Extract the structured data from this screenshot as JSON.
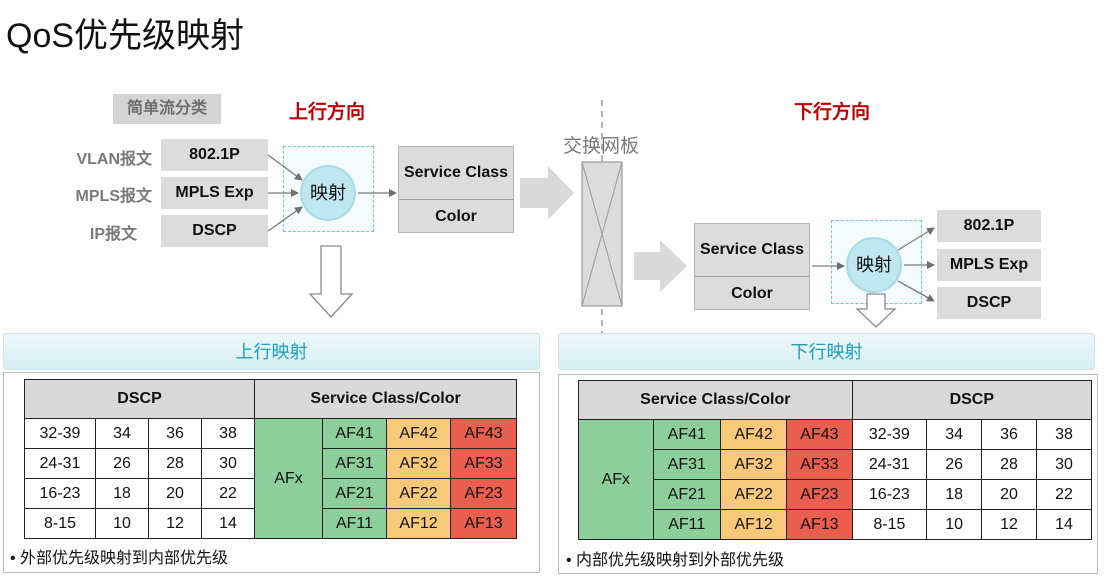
{
  "title": "QoS优先级映射",
  "simple_classification": "简单流分类",
  "uplink_direction": "上行方向",
  "downlink_direction": "下行方向",
  "switch_fabric": "交换网板",
  "packet_types": [
    "VLAN报文",
    "MPLS报文",
    "IP报文"
  ],
  "priority_fields": [
    "802.1P",
    "MPLS Exp",
    "DSCP"
  ],
  "mapping_label": "映射",
  "service_class": "Service Class",
  "color": "Color",
  "uplink_mapping": {
    "banner": "上行映射",
    "dscp_header": "DSCP",
    "sc_header": "Service Class/Color",
    "dscp_rows": [
      [
        "32-39",
        "34",
        "36",
        "38"
      ],
      [
        "24-31",
        "26",
        "28",
        "30"
      ],
      [
        "16-23",
        "18",
        "20",
        "22"
      ],
      [
        "8-15",
        "10",
        "12",
        "14"
      ]
    ],
    "afx": "AFx",
    "af_rows": [
      [
        "AF41",
        "AF42",
        "AF43"
      ],
      [
        "AF31",
        "AF32",
        "AF33"
      ],
      [
        "AF21",
        "AF22",
        "AF23"
      ],
      [
        "AF11",
        "AF12",
        "AF13"
      ]
    ],
    "note": "外部优先级映射到内部优先级"
  },
  "downlink_mapping": {
    "banner": "下行映射",
    "sc_header": "Service Class/Color",
    "dscp_header": "DSCP",
    "afx": "AFx",
    "af_rows": [
      [
        "AF41",
        "AF42",
        "AF43"
      ],
      [
        "AF31",
        "AF32",
        "AF33"
      ],
      [
        "AF21",
        "AF22",
        "AF23"
      ],
      [
        "AF11",
        "AF12",
        "AF13"
      ]
    ],
    "dscp_rows": [
      [
        "32-39",
        "34",
        "36",
        "38"
      ],
      [
        "24-31",
        "26",
        "28",
        "30"
      ],
      [
        "16-23",
        "18",
        "20",
        "22"
      ],
      [
        "8-15",
        "10",
        "12",
        "14"
      ]
    ],
    "note": "内部优先级映射到外部优先级"
  },
  "colors": {
    "green": "#8ccf9a",
    "yellow": "#f9c97a",
    "red": "#ea5e4f",
    "accent_red": "#c00000",
    "banner_text": "#1aa0bb"
  }
}
